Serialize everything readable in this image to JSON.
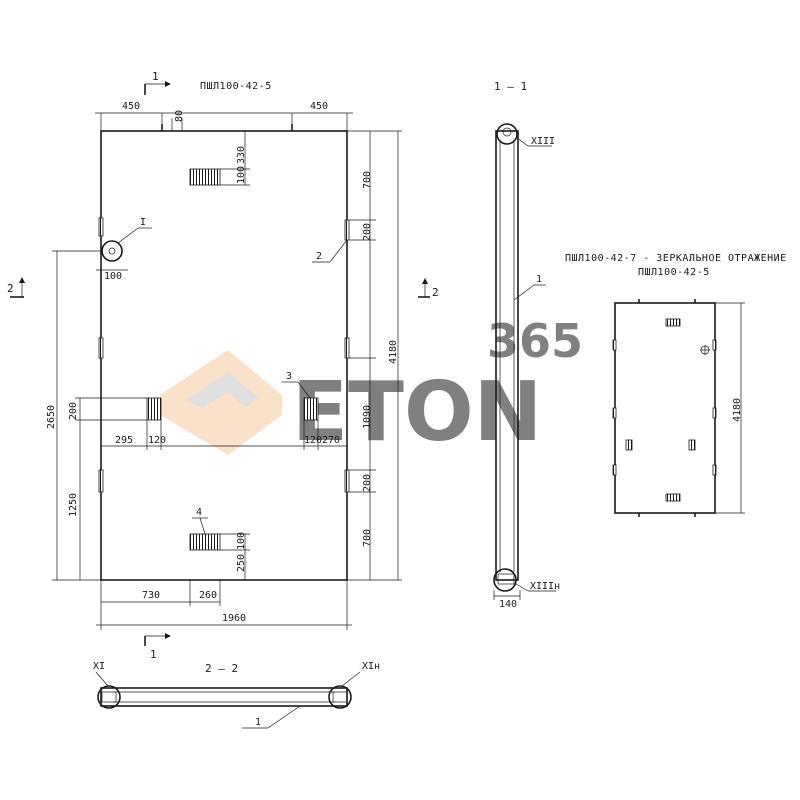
{
  "drawing": {
    "main_title": "ПШЛ100-42-5",
    "mirror_title_line1": "ПШЛ100-42-7 - ЗЕРКАЛЬНОЕ ОТРАЖЕНИЕ",
    "mirror_title_line2": "ПШЛ100-42-5",
    "section_1_title": "1 — 1",
    "section_2_title": "2 — 2",
    "section_mark_1": "1",
    "section_mark_2": "2",
    "callouts": {
      "node_1": "I",
      "part_1": "1",
      "part_2": "2",
      "part_3": "3",
      "part_4": "4",
      "node_11": "XI",
      "node_11n": "XIн",
      "node_13": "XIII",
      "node_13n": "XIIIн"
    },
    "dimensions": {
      "top_left": "450",
      "top_gap": "80",
      "top_right": "450",
      "v_330": "330",
      "v_100_top": "100",
      "r_700_top": "700",
      "r_200_top": "200",
      "hole": "100",
      "total_h": "4180",
      "left_2650": "2650",
      "left_200": "200",
      "left_1250": "1250",
      "mid_295": "295",
      "mid_120_l": "120",
      "mid_120_r": "120",
      "mid_270": "270",
      "r_1090": "1090",
      "r_200_bot": "200",
      "r_700_bot": "700",
      "v_100_bot": "100",
      "v_250": "250",
      "bot_730": "730",
      "bot_260": "260",
      "total_w": "1960",
      "sect_140": "140",
      "mirror_h": "4180"
    },
    "watermark": {
      "top": "365",
      "main": "ETON"
    }
  }
}
